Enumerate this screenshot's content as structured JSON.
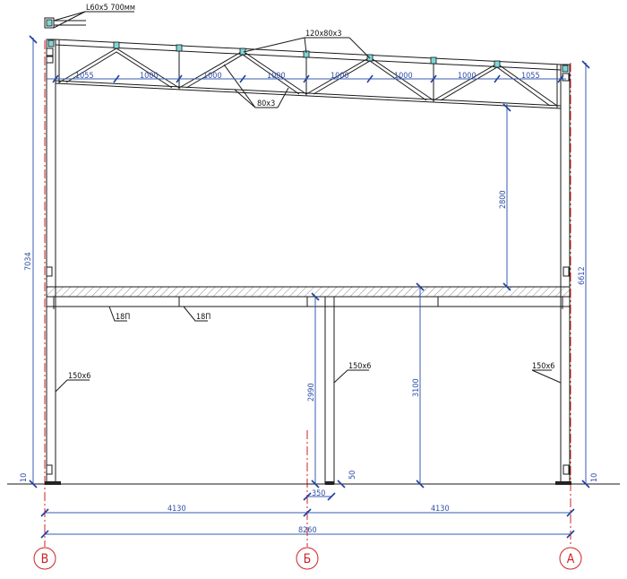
{
  "labels": {
    "angle_profile": "L60x5 700мм",
    "top_chord_profile": "120x80x3",
    "web_profile": "80x3",
    "beam_profile_1": "18П",
    "beam_profile_2": "18П",
    "column_left": "150x6",
    "column_middle": "150x6",
    "column_right": "150x6"
  },
  "dimensions": {
    "truss_panels": [
      "1055",
      "1000",
      "1000",
      "1000",
      "1000",
      "1000",
      "1000",
      "1055"
    ],
    "total_height_left": "7034",
    "total_height_right": "6612",
    "clear_height_upper": "2800",
    "floor_height": "3100",
    "column_middle_height": "2990",
    "base_left": "10",
    "base_right": "10",
    "offset_middle": "350",
    "base_middle": "50",
    "span_left": "4130",
    "span_right": "4130",
    "span_total": "8260"
  },
  "axes": [
    "В",
    "Б",
    "А"
  ],
  "colors": {
    "line": "#1a1a1a",
    "dimension": "#3a5bb0",
    "axis": "#d02020",
    "node": "#7fd8d8"
  }
}
